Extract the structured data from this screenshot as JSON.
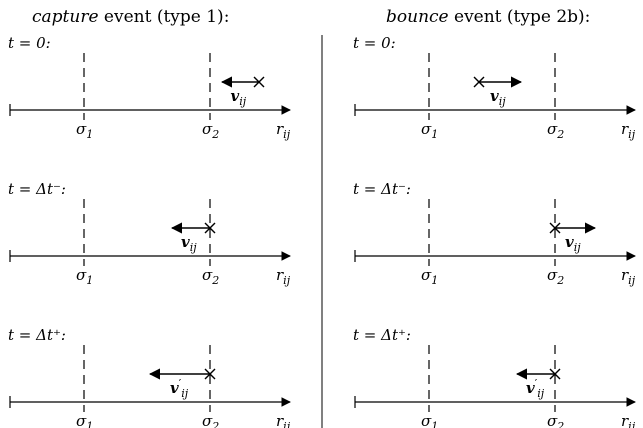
{
  "panels": [
    {
      "id": "capture",
      "title_em": "capture",
      "title_rest": " event (type 1):",
      "rows": [
        {
          "time_label": "t = 0:",
          "particle_at": "right",
          "arrow": "left",
          "vec_label": "v",
          "vec_prime": "",
          "vec_sub": "ij"
        },
        {
          "time_label": "t = Δt⁻:",
          "particle_at": "sigma2",
          "arrow": "left",
          "vec_label": "v",
          "vec_prime": "",
          "vec_sub": "ij"
        },
        {
          "time_label": "t = Δt⁺:",
          "particle_at": "sigma2",
          "arrow": "left-long",
          "vec_label": "v",
          "vec_prime": "′",
          "vec_sub": "ij"
        }
      ]
    },
    {
      "id": "bounce",
      "title_em": "bounce",
      "title_rest": " event (type 2b):",
      "rows": [
        {
          "time_label": "t = 0:",
          "particle_at": "between",
          "arrow": "right",
          "vec_label": "v",
          "vec_prime": "",
          "vec_sub": "ij"
        },
        {
          "time_label": "t = Δt⁻:",
          "particle_at": "sigma2",
          "arrow": "right",
          "vec_label": "v",
          "vec_prime": "",
          "vec_sub": "ij"
        },
        {
          "time_label": "t = Δt⁺:",
          "particle_at": "sigma2",
          "arrow": "left",
          "vec_label": "v",
          "vec_prime": "′",
          "vec_sub": "ij"
        }
      ]
    }
  ],
  "axis": {
    "sigma": "σ",
    "sigma1_sub": "1",
    "sigma2_sub": "2",
    "r": "r",
    "r_sub": "ij"
  }
}
